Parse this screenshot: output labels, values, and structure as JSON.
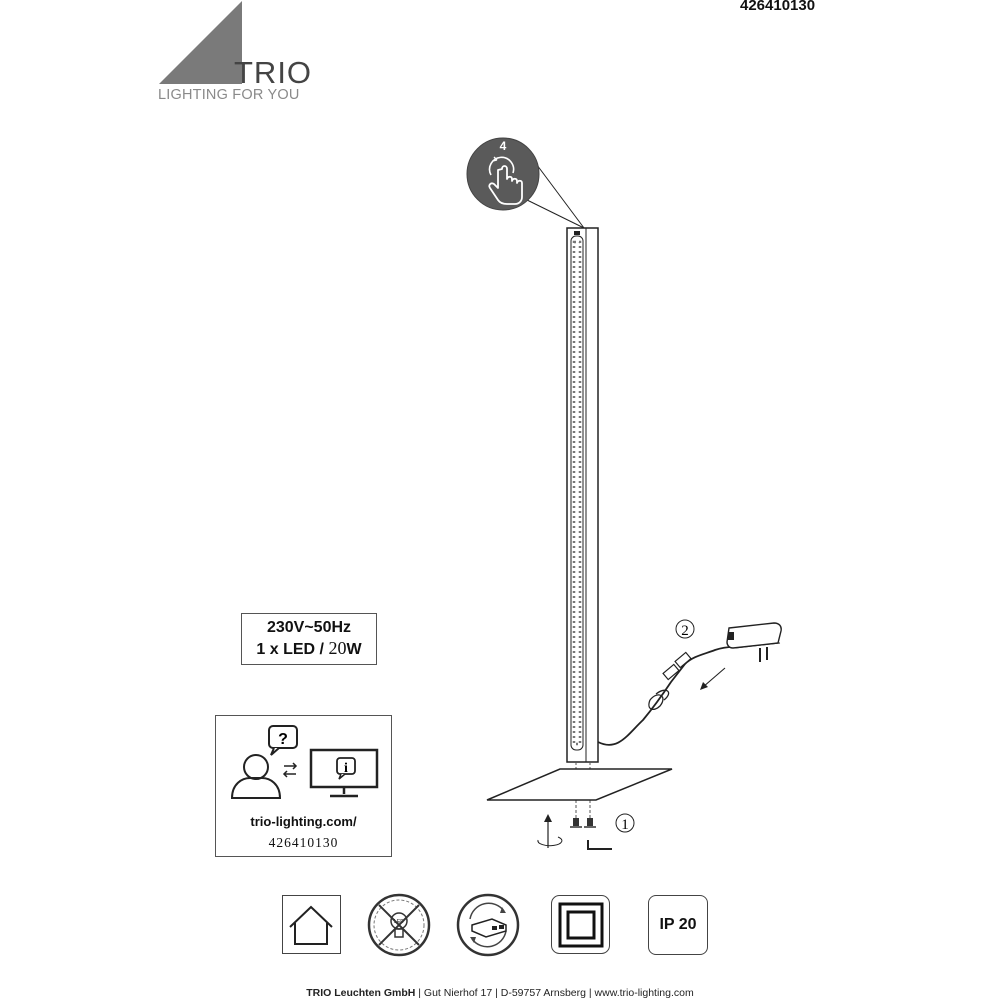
{
  "header": {
    "product_code": "426410130",
    "brand_name": "TRIO",
    "brand_tagline": "LIGHTING FOR YOU"
  },
  "diagram": {
    "touch_steps": "4",
    "step_assembly": "1",
    "step_connect": "2"
  },
  "specs": {
    "voltage": "230V~50Hz",
    "led_prefix": "1 x LED / ",
    "led_watts": "20",
    "led_unit": "W"
  },
  "info": {
    "url": "trio-lighting.com/",
    "code": "426410130",
    "question_mark": "?",
    "info_mark": "i"
  },
  "badges": [
    {
      "icon": "indoor-use-house-icon"
    },
    {
      "icon": "led-not-replaceable-icon"
    },
    {
      "icon": "driver-not-replaceable-icon"
    },
    {
      "icon": "protection-class-ii-icon"
    },
    {
      "label": "IP 20"
    }
  ],
  "footer": {
    "company": "TRIO Leuchten GmbH",
    "address": " | Gut Nierhof 17 | D-59757 Arnsberg | www.trio-lighting.com"
  }
}
